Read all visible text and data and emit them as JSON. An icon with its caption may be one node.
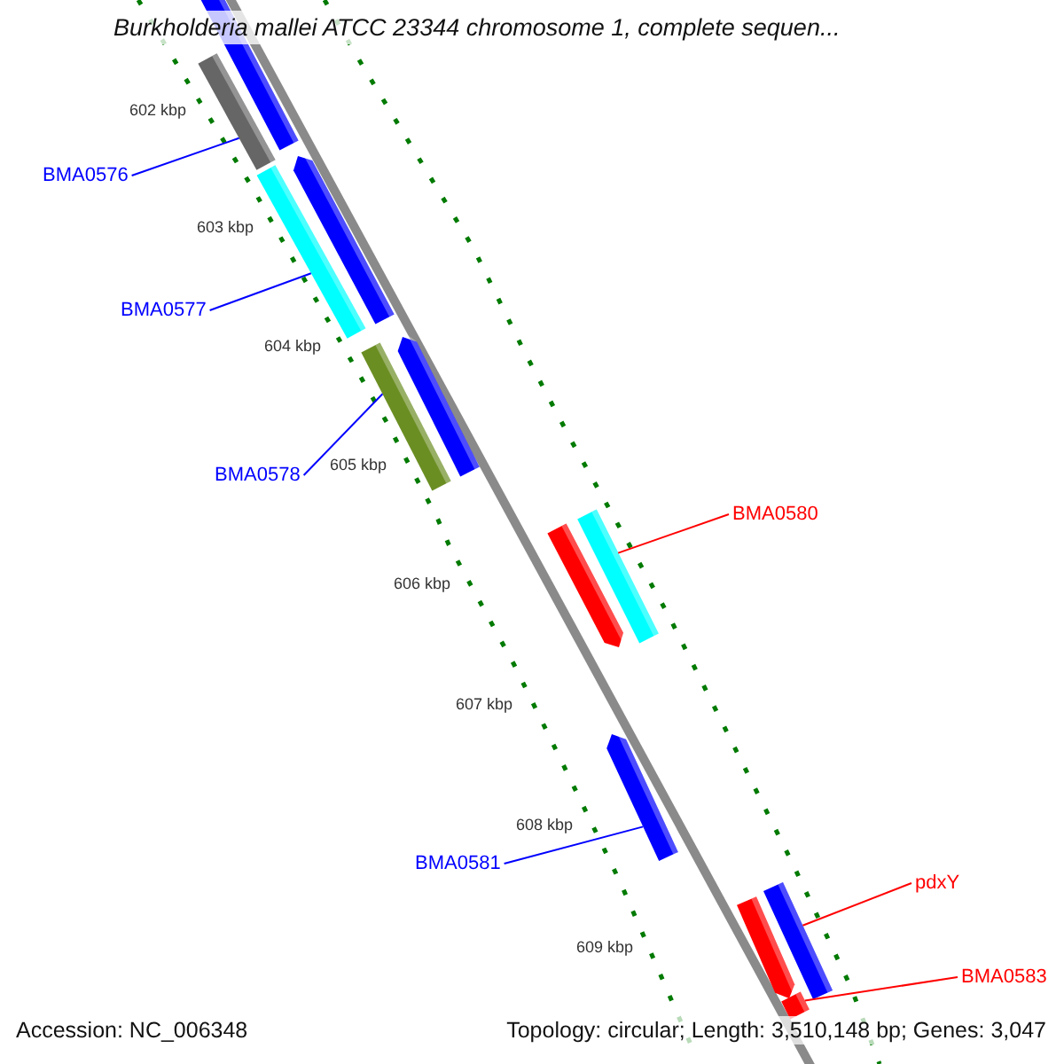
{
  "diagram": {
    "title": "Burkholderia mallei ATCC 23344 chromosome 1, complete sequen...",
    "nodes": [
      {
        "text": [],
        "shape": "bar"
      },
      {
        "text": [],
        "shape": "bar"
      },
      {
        "text": [
          "BMA0576"
        ]
      },
      {
        "text": [],
        "shape": "bar"
      },
      {
        "text": [],
        "shape": "bar"
      },
      {
        "text": [
          "BMA0577"
        ]
      },
      {
        "text": [],
        "shape": "bar"
      },
      {
        "text": [],
        "shape": "bar"
      },
      {
        "text": [
          "BMA0578"
        ]
      },
      {
        "text": [],
        "shape": "bar"
      },
      {
        "text": [],
        "shape": "bar"
      },
      {
        "text": [
          "BMA0580"
        ]
      },
      {
        "text": [],
        "shape": "bar"
      },
      {
        "text": [
          "BMA0581"
        ]
      },
      {
        "text": [],
        "shape": "bar"
      },
      {
        "text": [],
        "shape": "bar"
      },
      {
        "text": [
          "pdxY"
        ]
      },
      {
        "text": [],
        "shape": "bar"
      },
      {
        "text": [
          "BMA0583"
        ]
      }
    ],
    "edges": [
      {
        "from": 2,
        "to": 1,
        "arrow": "none"
      },
      {
        "from": 5,
        "to": 4,
        "arrow": "none"
      },
      {
        "from": 8,
        "to": 7,
        "arrow": "none"
      },
      {
        "from": 11,
        "to": 10,
        "arrow": "none",
        "color": "#ff0000"
      },
      {
        "from": 13,
        "to": 12,
        "arrow": "none"
      },
      {
        "from": 16,
        "to": 15,
        "arrow": "none",
        "color": "#ff0000"
      },
      {
        "from": 18,
        "to": 17,
        "arrow": "none",
        "color": "#ff0000"
      }
    ],
    "labels": [
      "602 kbp",
      "603 kbp",
      "604 kbp",
      "605 kbp",
      "606 kbp",
      "607 kbp",
      "608 kbp",
      "609 kbp",
      "Accession: NC_006348",
      "Topology: circular; Length: 3,510,148 bp; Genes: 3,047"
    ]
  }
}
